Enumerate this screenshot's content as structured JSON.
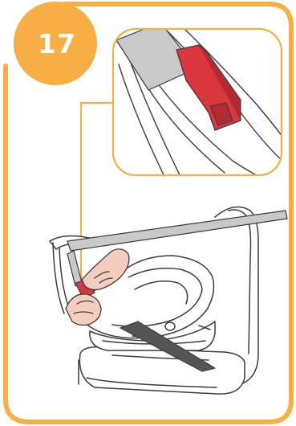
{
  "step": {
    "number": "17"
  },
  "colors": {
    "accent": "#F7AE45",
    "buckle_red": "#D9363E",
    "buckle_dark": "#B32A32",
    "belt_gray": "#C9C9C9",
    "line": "#3C3C3C",
    "skin": "#F4CDBE"
  },
  "icons": {
    "step_badge": "circle-badge",
    "detail_callout": "zoom-inset",
    "buckle": "belt-buckle-release"
  }
}
